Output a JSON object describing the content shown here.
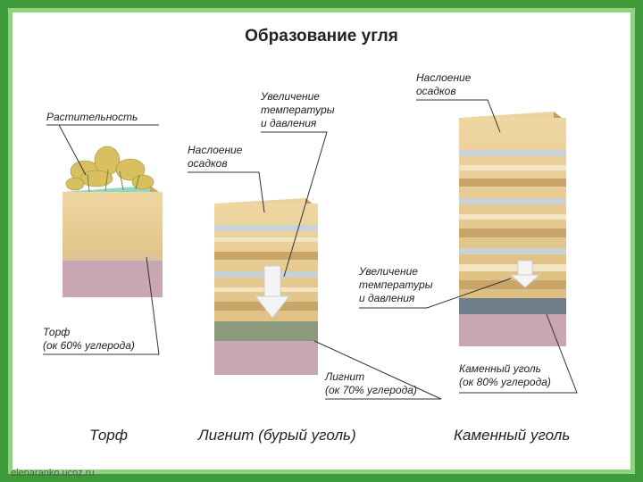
{
  "title": "Образование угля",
  "labels": {
    "vegetation": "Растительность",
    "sediment_1": [
      "Наслоение",
      "осадков"
    ],
    "pressure_1": [
      "Увеличение",
      "температуры",
      "и давления"
    ],
    "sediment_2": [
      "Наслоение",
      "осадков"
    ],
    "pressure_2": [
      "Увеличение",
      "температуры",
      "и давления"
    ],
    "peat": [
      "Торф",
      "(ок 60% углерода)"
    ],
    "lignite": [
      "Лигнит",
      "(ок 70% углерода)"
    ],
    "coal": [
      "Каменный уголь",
      "(ок 80% углерода)"
    ]
  },
  "captions": {
    "peat": "Торф",
    "lignite": "Лигнит (бурый уголь)",
    "coal": "Каменный уголь"
  },
  "watermark": "elenaranko.ucoz.ru",
  "colors": {
    "frame_outer": "#3f9a3a",
    "frame_inner": "#8fd27f",
    "sand": "#e8c98f",
    "sand_dark": "#c99a55",
    "grey_band": "#c9d3d6",
    "lignite_band": "#8a9a7a",
    "coal_band": "#6f7f8c",
    "base_pink": "#c8a6b4",
    "vegetation": "#d8c060",
    "grass_base": "#8fd8c4"
  }
}
